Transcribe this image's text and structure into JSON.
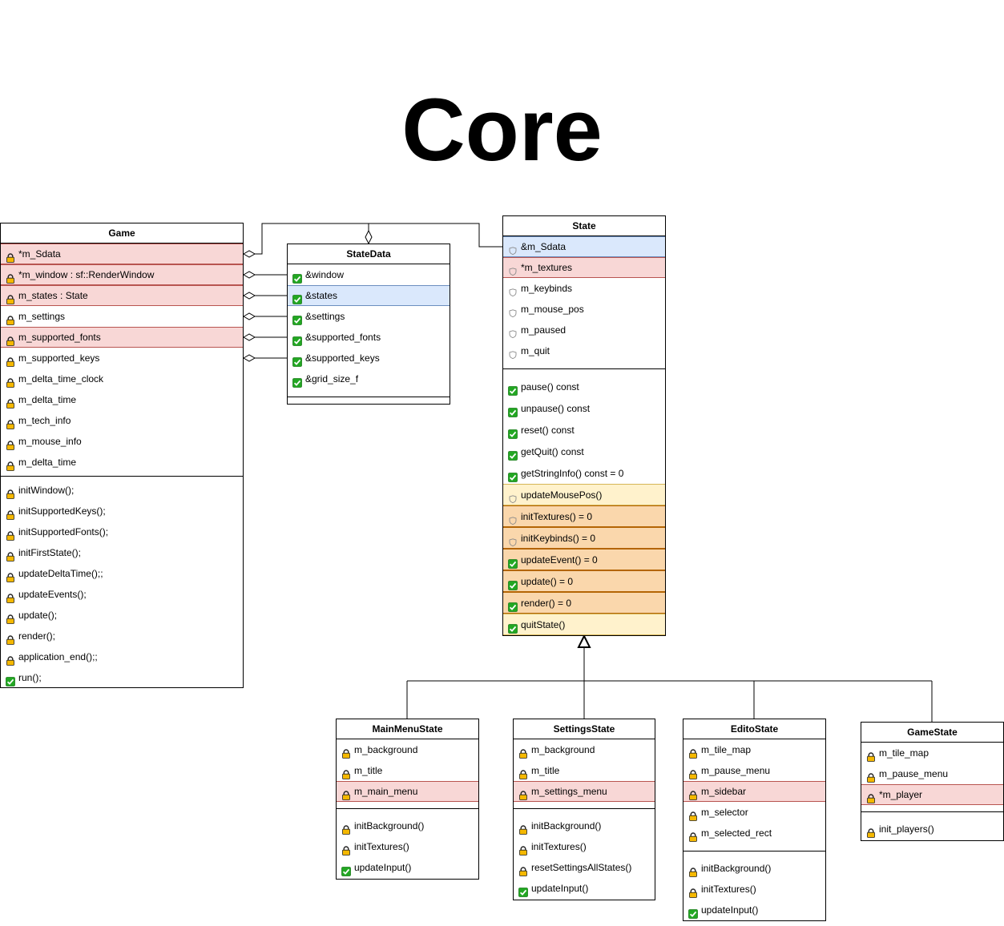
{
  "title": "Core",
  "colors": {
    "private_fill": "#f8d7d6",
    "private_border": "#b85450",
    "blue_fill": "#dae8fc",
    "blue_border": "#6c8ebf",
    "yellow_fill": "#fff2cc",
    "yellow_border": "#d6b656",
    "orange_fill": "#fad7ac",
    "orange_border": "#b46504"
  },
  "icons": {
    "lock": "lock-icon",
    "check": "check-icon",
    "shield": "shield-icon"
  },
  "classes": {
    "game": {
      "name": "Game",
      "attributes": [
        "*m_Sdata",
        "*m_window : sf::RenderWindow",
        "m_states : State",
        "m_settings",
        "m_supported_fonts",
        "m_supported_keys",
        "m_delta_time_clock",
        "m_delta_time",
        "m_tech_info",
        "m_mouse_info",
        "m_delta_time"
      ],
      "methods": [
        "initWindow();",
        "initSupportedKeys();",
        "initSupportedFonts();",
        "initFirstState();",
        "updateDeltaTime();;",
        "updateEvents();",
        "update();",
        "render();",
        "application_end();;",
        "run();"
      ]
    },
    "state_data": {
      "name": "StateData",
      "attributes": [
        "&window",
        "&states",
        "&settings",
        "&supported_fonts",
        "&supported_keys",
        "&grid_size_f"
      ]
    },
    "state": {
      "name": "State",
      "attributes": [
        "&m_Sdata",
        "*m_textures",
        "m_keybinds",
        "m_mouse_pos",
        "m_paused",
        "m_quit"
      ],
      "methods": [
        "pause() const",
        "unpause() const",
        "reset() const",
        "getQuit() const",
        "getStringInfo() const = 0",
        "updateMousePos()",
        "initTextures() = 0",
        "initKeybinds() = 0",
        "updateEvent() = 0",
        "update() = 0",
        "render() = 0",
        "quitState()"
      ]
    },
    "main_menu_state": {
      "name": "MainMenuState",
      "attributes": [
        "m_background",
        "m_title",
        "m_main_menu"
      ],
      "methods": [
        "initBackground()",
        "initTextures()",
        "updateInput()"
      ]
    },
    "settings_state": {
      "name": "SettingsState",
      "attributes": [
        "m_background",
        "m_title",
        "m_settings_menu"
      ],
      "methods": [
        "initBackground()",
        "initTextures()",
        "resetSettingsAllStates()",
        "updateInput()"
      ]
    },
    "edito_state": {
      "name": "EditoState",
      "attributes": [
        "m_tile_map",
        "m_pause_menu",
        "m_sidebar",
        "m_selector",
        "m_selected_rect"
      ],
      "methods": [
        "initBackground()",
        "initTextures()",
        "updateInput()"
      ]
    },
    "game_state": {
      "name": "GameState",
      "attributes": [
        "m_tile_map",
        "m_pause_menu",
        "*m_player"
      ],
      "methods": [
        "init_players()"
      ]
    }
  }
}
